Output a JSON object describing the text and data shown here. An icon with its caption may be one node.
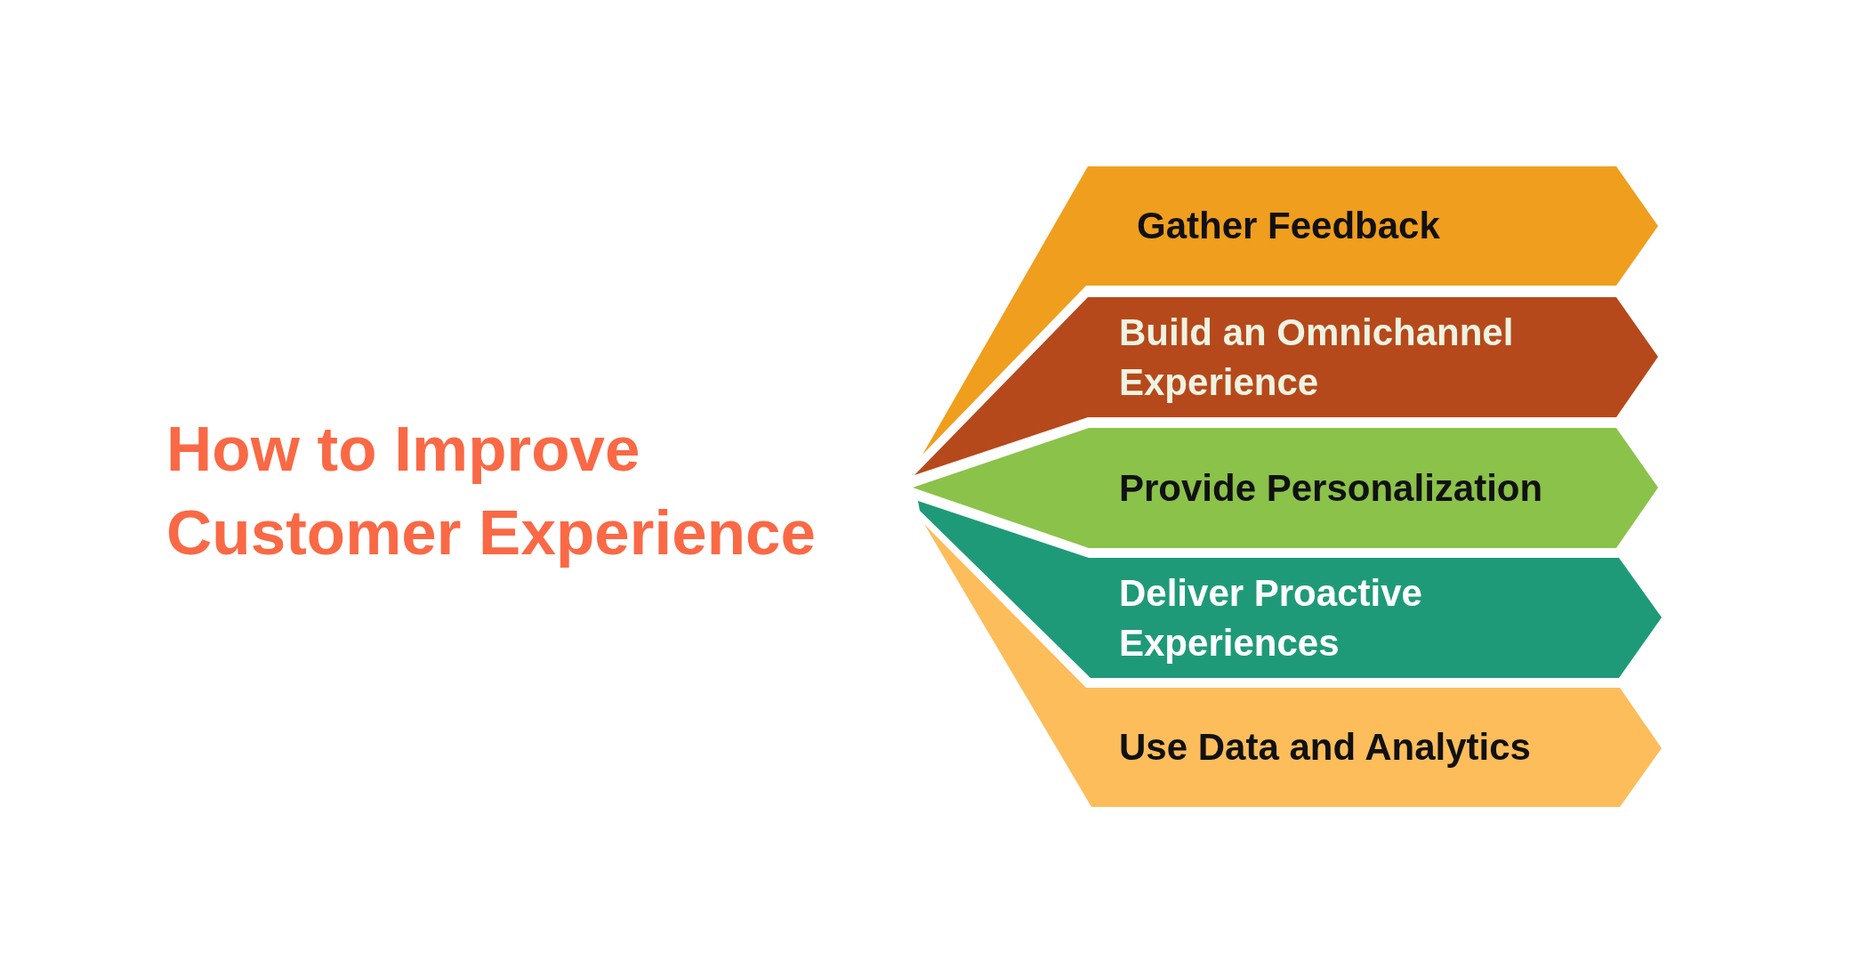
{
  "diagram": {
    "title": "How to Improve Customer Experience",
    "nodes": [
      {
        "text": [
          "Gather Feedback"
        ]
      },
      {
        "text": [
          "Build an Omnichannel Experience"
        ]
      },
      {
        "text": [
          "Provide Personalization"
        ]
      },
      {
        "text": [
          "Deliver Proactive Experiences"
        ]
      },
      {
        "text": [
          "Use Data and Analytics"
        ]
      }
    ]
  }
}
